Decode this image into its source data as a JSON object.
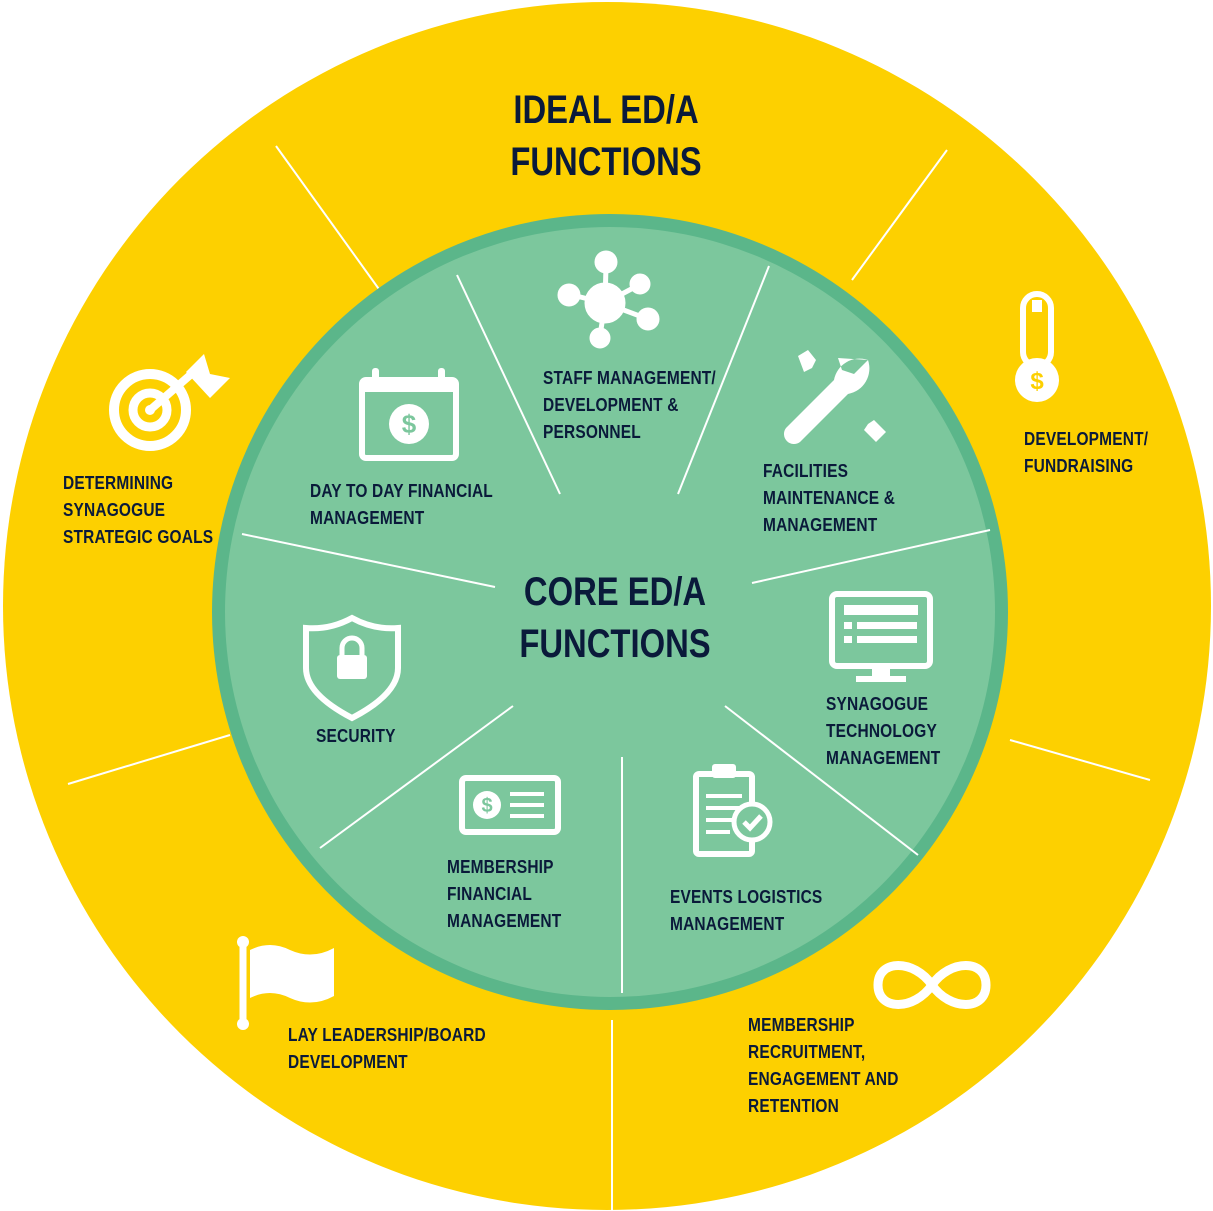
{
  "outer": {
    "title": "IDEAL ED/A\nFUNCTIONS",
    "items": [
      {
        "icon": "thermometer-dollar-icon",
        "label": "DEVELOPMENT/\nFUNDRAISING"
      },
      {
        "icon": "infinity-icon",
        "label": "MEMBERSHIP\nRECRUITMENT,\nENGAGEMENT AND\nRETENTION"
      },
      {
        "icon": "flag-icon",
        "label": "LAY LEADERSHIP/BOARD\nDEVELOPMENT"
      },
      {
        "icon": "target-icon",
        "label": "DETERMINING\nSYNAGOGUE\nSTRATEGIC GOALS"
      }
    ]
  },
  "core": {
    "title": "CORE ED/A\nFUNCTIONS",
    "items": [
      {
        "icon": "network-icon",
        "label": "STAFF MANAGEMENT/\nDEVELOPMENT &\nPERSONNEL"
      },
      {
        "icon": "tools-icon",
        "label": "FACILITIES\nMAINTENANCE &\nMANAGEMENT"
      },
      {
        "icon": "monitor-icon",
        "label": "SYNAGOGUE\nTECHNOLOGY\nMANAGEMENT"
      },
      {
        "icon": "clipboard-check-icon",
        "label": "EVENTS LOGISTICS\nMANAGEMENT"
      },
      {
        "icon": "dollar-card-icon",
        "label": "MEMBERSHIP\nFINANCIAL\nMANAGEMENT"
      },
      {
        "icon": "shield-lock-icon",
        "label": "SECURITY"
      },
      {
        "icon": "calendar-dollar-icon",
        "label": "DAY TO DAY FINANCIAL\nMANAGEMENT"
      }
    ]
  },
  "colors": {
    "outer_ring": "#FDD000",
    "core_fill": "#7CC79D",
    "core_border": "#5BB68A",
    "text": "#0A1A3A",
    "divider": "#FFFFFF"
  }
}
